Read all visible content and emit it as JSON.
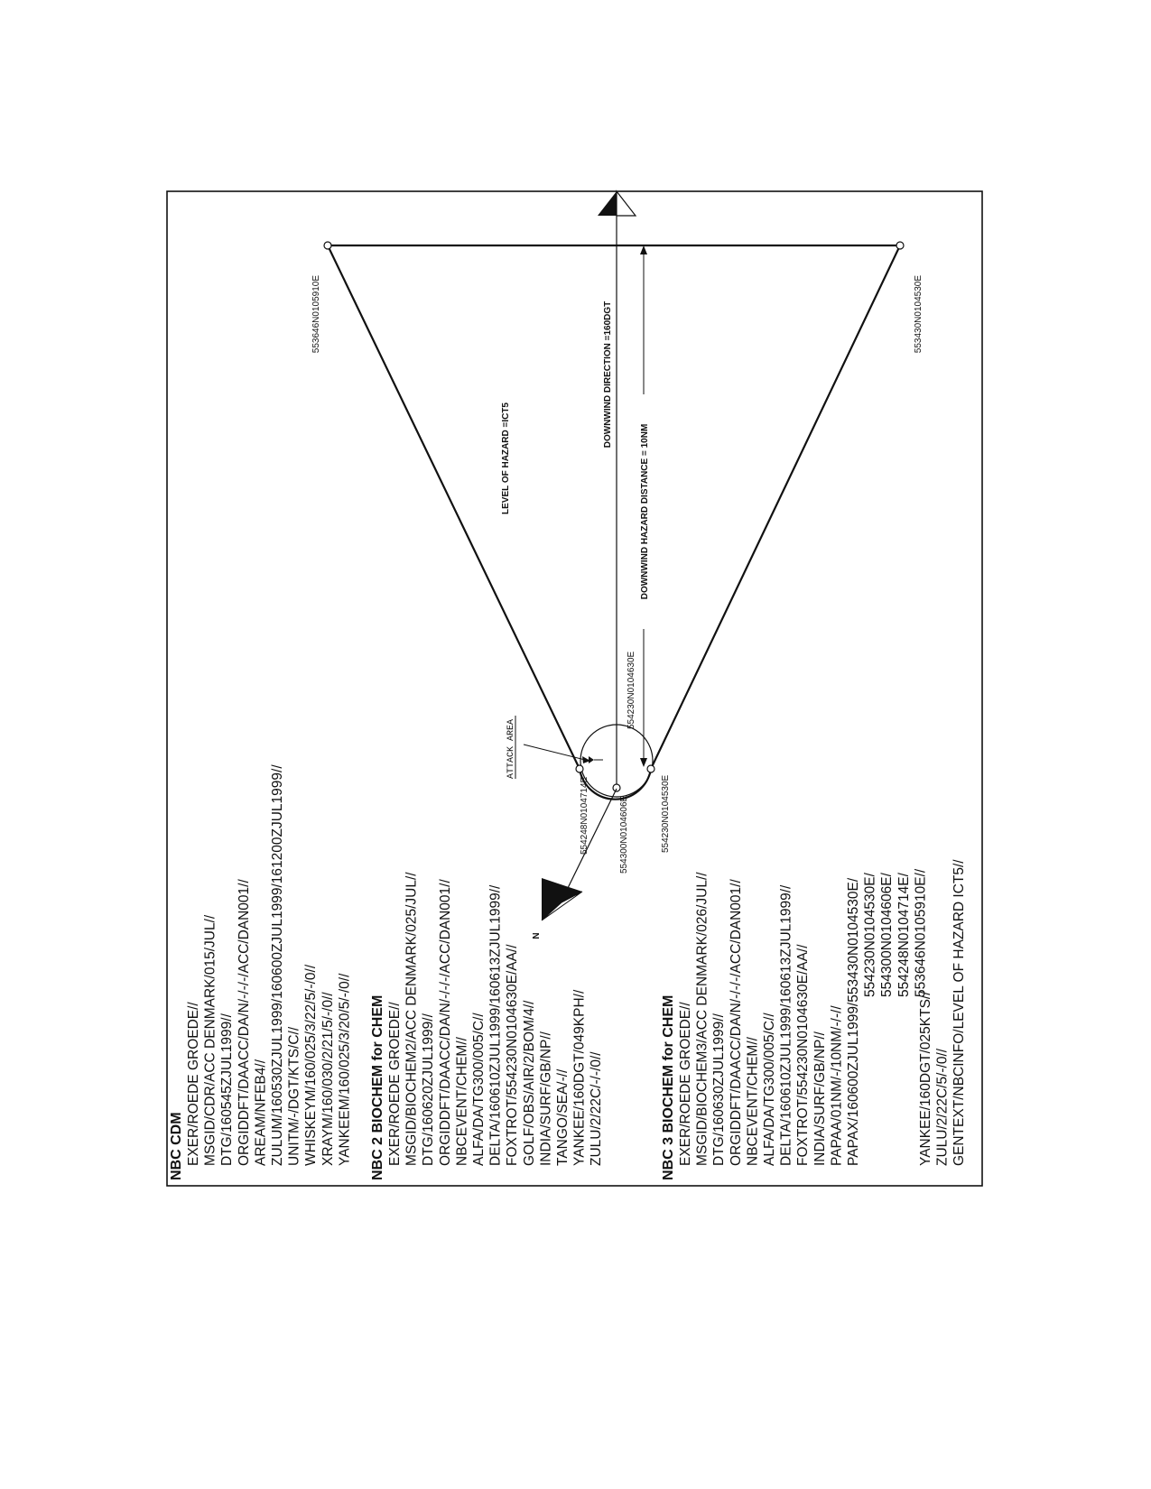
{
  "messages": {
    "cdm": {
      "title": "NBC CDM",
      "lines": [
        "EXER/ROEDE GROEDE//",
        "MSGID/CDR/ACC DENMARK/015/JUL//",
        "DTG/160545ZJUL1999//",
        "ORGIDDFT/DAACC/DA/N/-/-/-/ACC/DAN001//",
        "AREAM/NFEB4//",
        "ZULUM/160530ZJUL1999/160600ZJUL1999/161200ZJUL1999//",
        "UNITM/-/DGT/KTS/C//",
        "WHISKEYM/160/025/3/22/5/-/0//",
        "XRAYM/160/030/2/21/5/-/0//",
        "YANKEEM/160/025/3/20/5/-/0//"
      ]
    },
    "nbc2": {
      "title": "NBC 2 BIOCHEM for CHEM",
      "lines": [
        "EXER/ROEDE GROEDE//",
        "MSGID/BIOCHEM2/ACC DENMARK/025/JUL//",
        "DTG/160620ZJUL1999//",
        "ORGIDDFT/DAACC/DA/N/-/-/-/ACC/DAN001//",
        "NBCEVENT/CHEM//",
        "ALFA/DA/TG300/005/C//",
        "DELTA/160610ZJUL1999/160613ZJUL1999//",
        "FOXTROT/554230N0104630E/AA//",
        "GOLF/OBS/AIR/2/BOM/4//",
        "INDIA/SURF/GB/NP//",
        "TANGO/SEA/-//",
        "YANKEE/160DGT/049KPH//",
        "ZULU/2/22C/-/-/0//"
      ]
    },
    "nbc3": {
      "title": "NBC 3 BIOCHEM for CHEM",
      "lines": [
        "EXER/ROEDE GROEDE//",
        "MSGID/BIOCHEM3/ACC DENMARK/026/JUL//",
        "DTG/160630ZJUL1999//",
        "ORGIDDFT/DAACC/DA/N/-/-/-/ACC/DAN001//",
        "NBCEVENT/CHEM//",
        "ALFA/DA/TG300/005/C//",
        "DELTA/160610ZJUL1999/160613ZJUL1999//",
        "FOXTROT/554230N0104630E/AA//",
        "INDIA/SURF/GB/NP//",
        "PAPAA/01NM/-/10NM/-/-//",
        "PAPAX/160600ZJUL1999/553430N0104530E/"
      ],
      "papax_continuation": [
        "554230N0104530E/",
        "554300N0104606E/",
        "554248N0104714E/",
        "553646N0105910E//"
      ],
      "tail_lines": [
        "YANKEE/160DGT/025KTS//",
        "ZULU/2/22C/5/-/0//",
        "GENTEXT/NBCINFO/LEVEL OF HAZARD ICT5//"
      ]
    }
  },
  "diagram": {
    "coords": {
      "far_left": "553646N0105910E",
      "far_right": "553430N0104530E",
      "attack_left": "554248N0104714E",
      "attack_bottom": "554300N0104606E",
      "attack_right": "554230N0104530E",
      "center": "554230N0104630E"
    },
    "attack_area_label": "ATTACK AREA",
    "level_of_hazard_label": "LEVEL OF HAZARD =ICT5",
    "downwind_direction_label": "DOWNWIND DIRECTION =160DGT",
    "downwind_distance_label": "DOWNWIND HAZARD DISTANCE = 10NM",
    "north_label": "N"
  }
}
